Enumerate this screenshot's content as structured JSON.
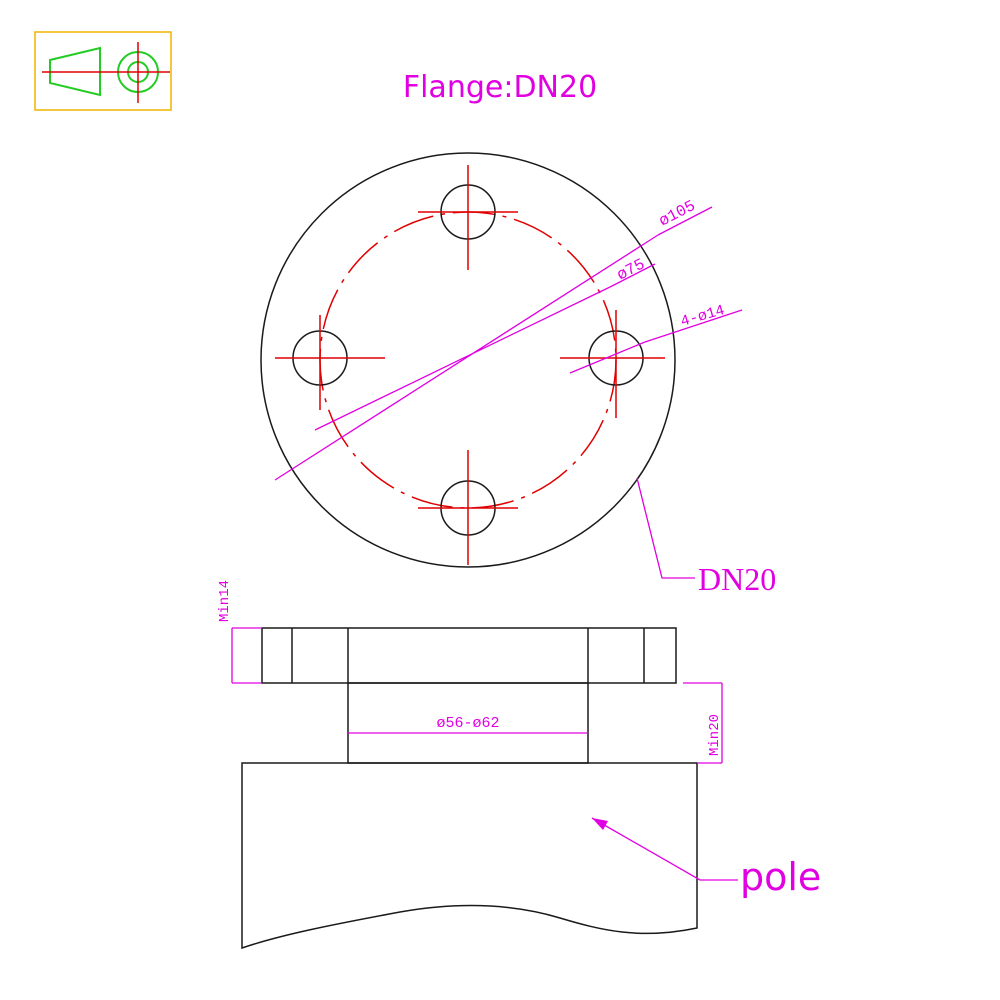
{
  "title": "Flange:DN20",
  "labels": {
    "d105": "ø105",
    "d75": "ø75",
    "holes": "4-ø14",
    "dn20": "DN20",
    "min14": "Min14",
    "min20": "Min20",
    "d56_62": "ø56-ø62",
    "pole": "pole"
  },
  "colors": {
    "outline": "#1a1a1a",
    "dimension": "#e100e1",
    "centerline": "#e00000",
    "projection_frame": "#f0b400",
    "projection_green": "#22cc22"
  },
  "icons": {
    "projection_symbol": "first-angle-projection-icon"
  }
}
